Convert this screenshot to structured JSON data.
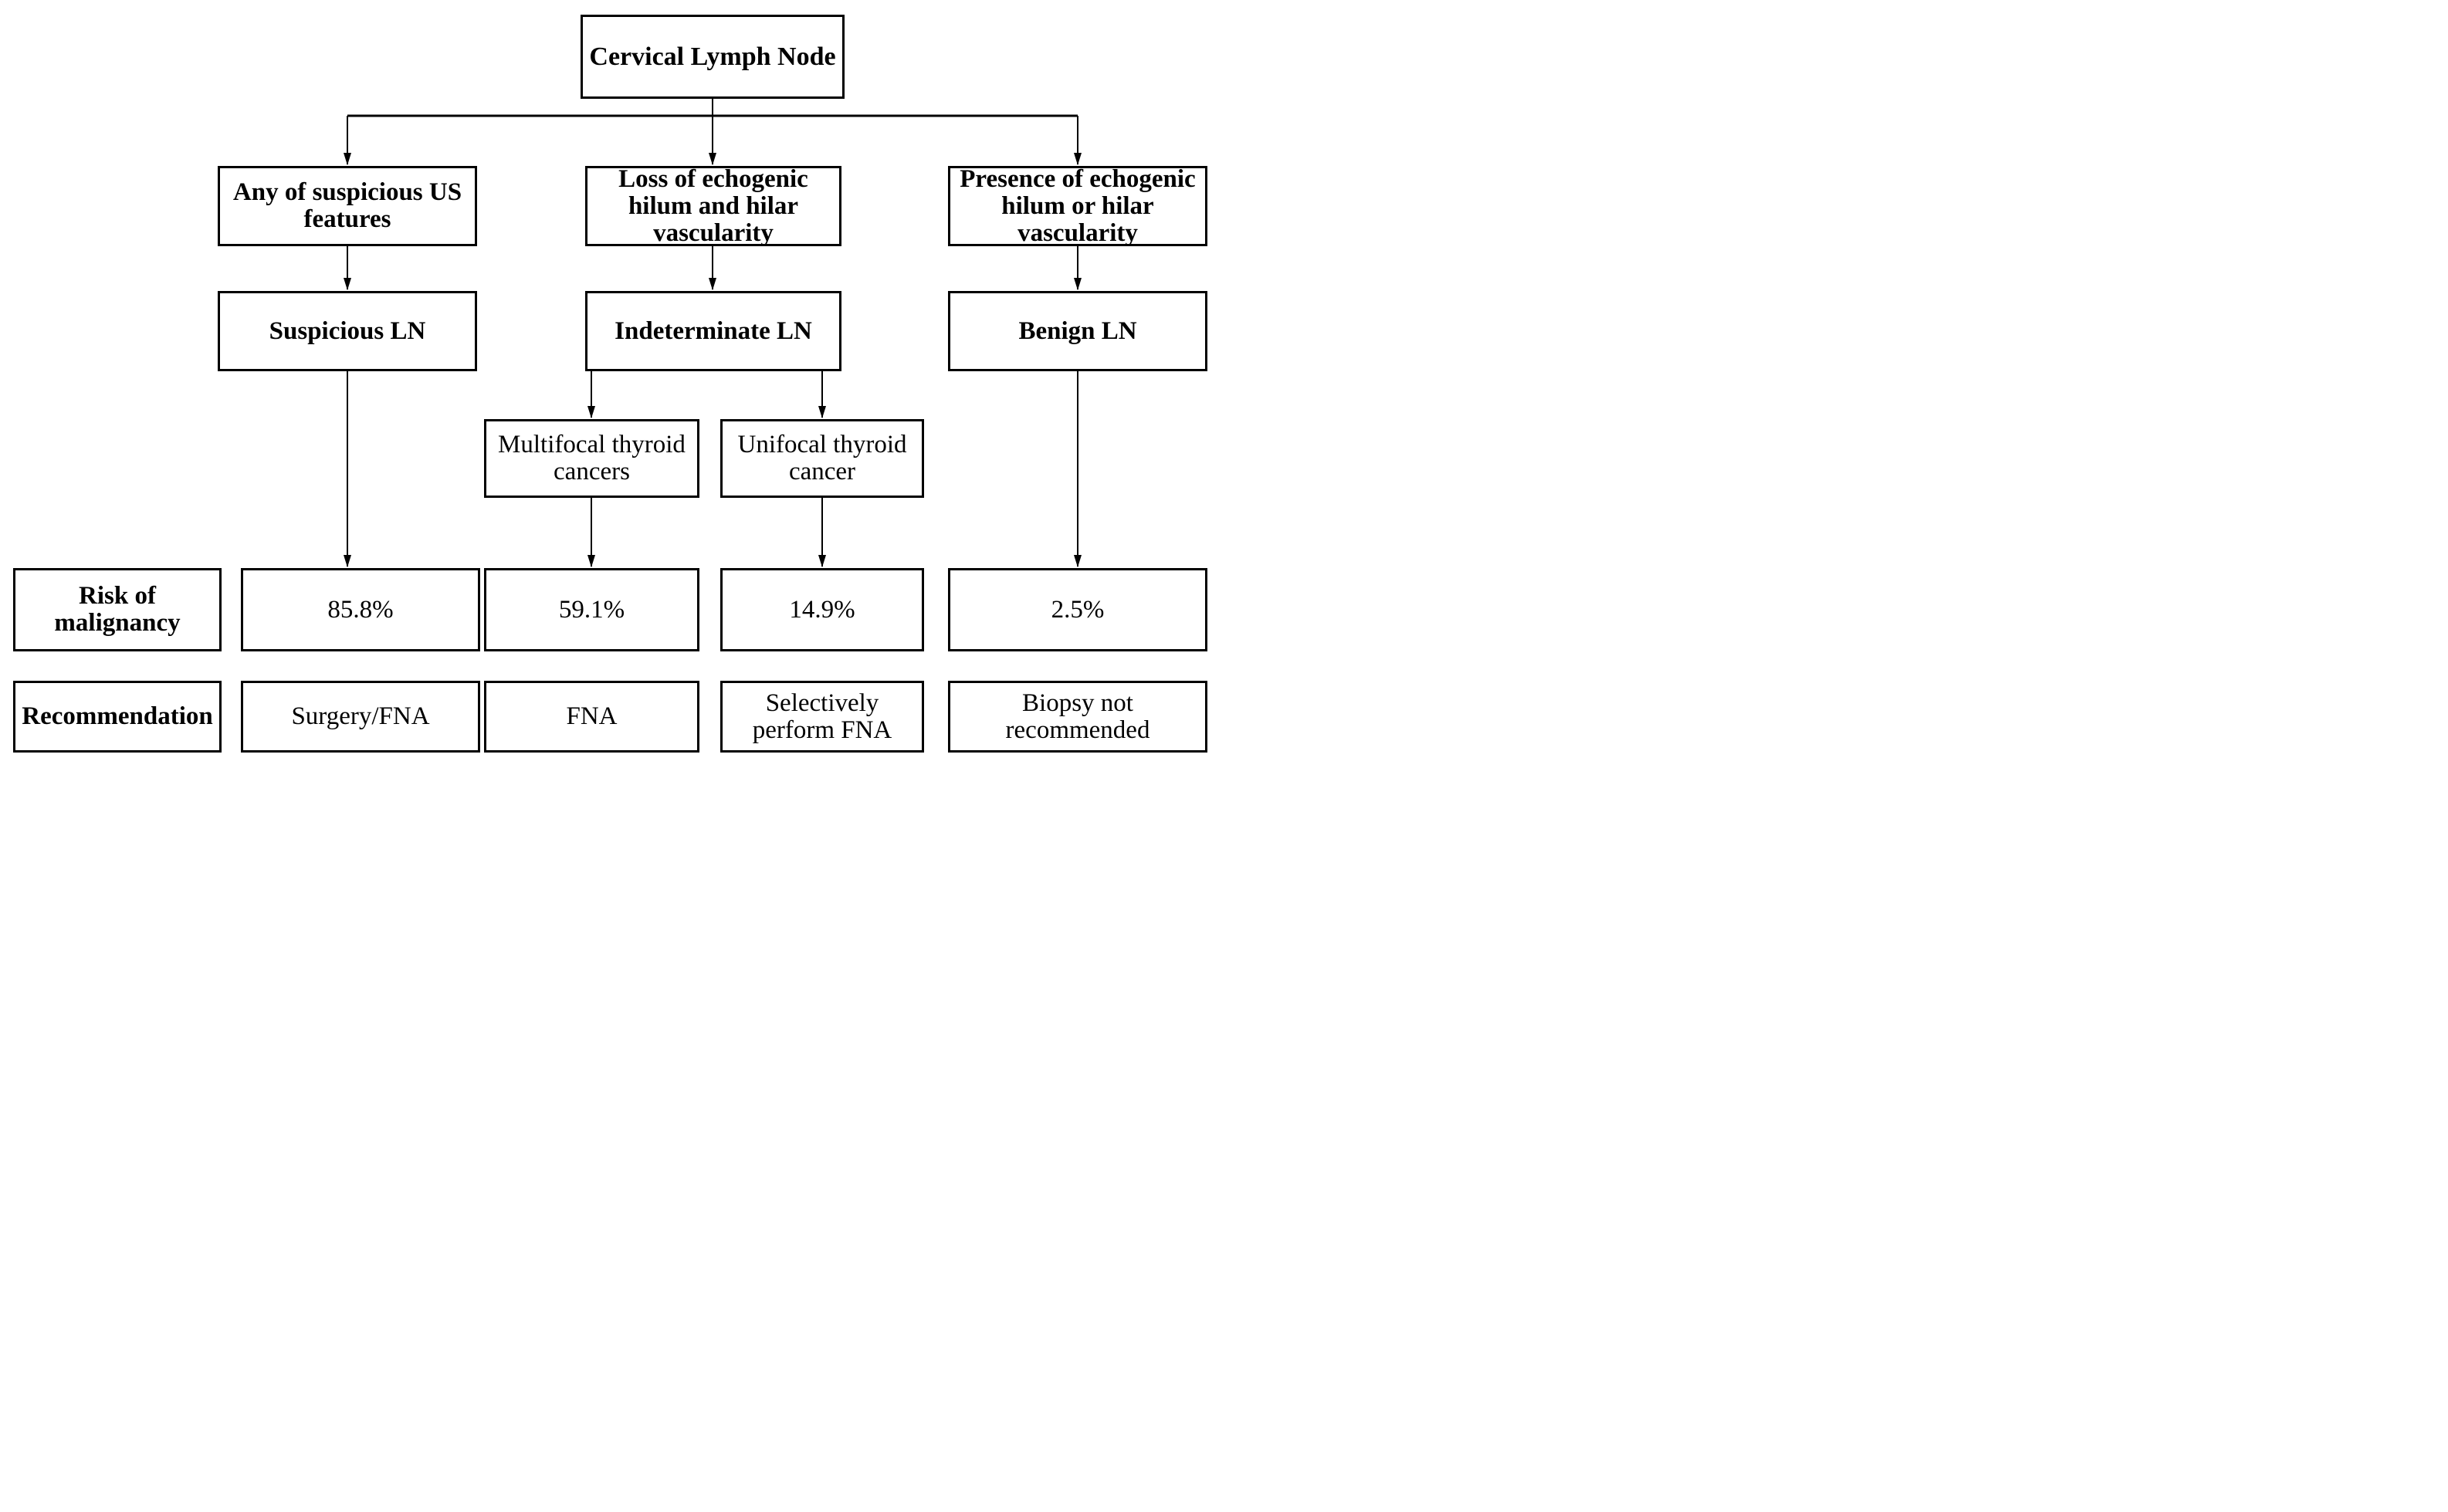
{
  "flowchart": {
    "title_node": "Cervical Lymph Node",
    "branches": [
      {
        "criteria": "Any of suspicious US\nfeatures",
        "classification": "Suspicious LN",
        "risk_of_malignancy": "85.8%",
        "recommendation": "Surgery/FNA"
      },
      {
        "criteria": "Loss of echogenic\nhilum and hilar\nvascularity",
        "classification": "Indeterminate LN",
        "subgroups": [
          {
            "label": "Multifocal thyroid\ncancers",
            "risk_of_malignancy": "59.1%",
            "recommendation": "FNA"
          },
          {
            "label": "Unifocal thyroid\ncancer",
            "risk_of_malignancy": "14.9%",
            "recommendation": "Selectively\nperform FNA"
          }
        ]
      },
      {
        "criteria": "Presence of echogenic\nhilum or hilar\nvascularity",
        "classification": "Benign LN",
        "risk_of_malignancy": "2.5%",
        "recommendation": "Biopsy not\nrecommended"
      }
    ],
    "row_headers": {
      "risk": "Risk of\nmalignancy",
      "recommendation": "Recommendation"
    }
  },
  "colors": {
    "background": "#ffffff",
    "line": "#000000",
    "box_border": "#000000",
    "text": "#000000"
  }
}
